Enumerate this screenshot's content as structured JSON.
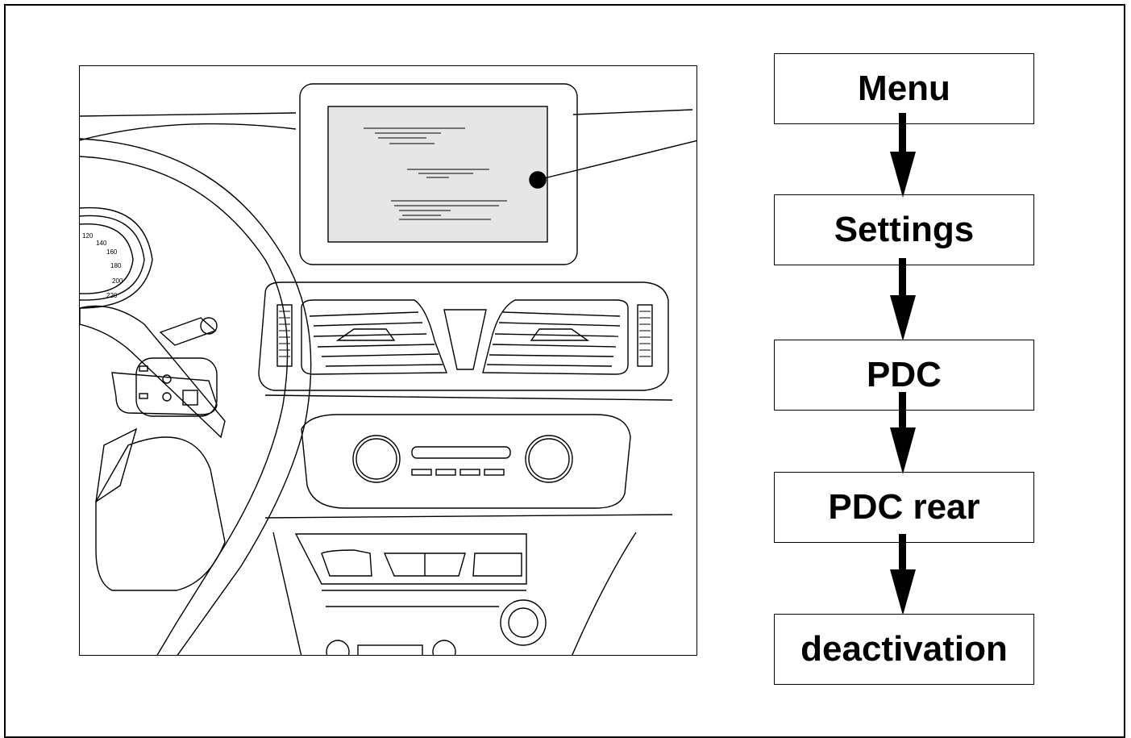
{
  "steps": [
    {
      "label": "Menu"
    },
    {
      "label": "Settings"
    },
    {
      "label": "PDC"
    },
    {
      "label": "PDC rear"
    },
    {
      "label": "deactivation"
    }
  ],
  "speedometer": {
    "ticks": [
      "120",
      "140",
      "160",
      "180",
      "200",
      "220"
    ]
  }
}
